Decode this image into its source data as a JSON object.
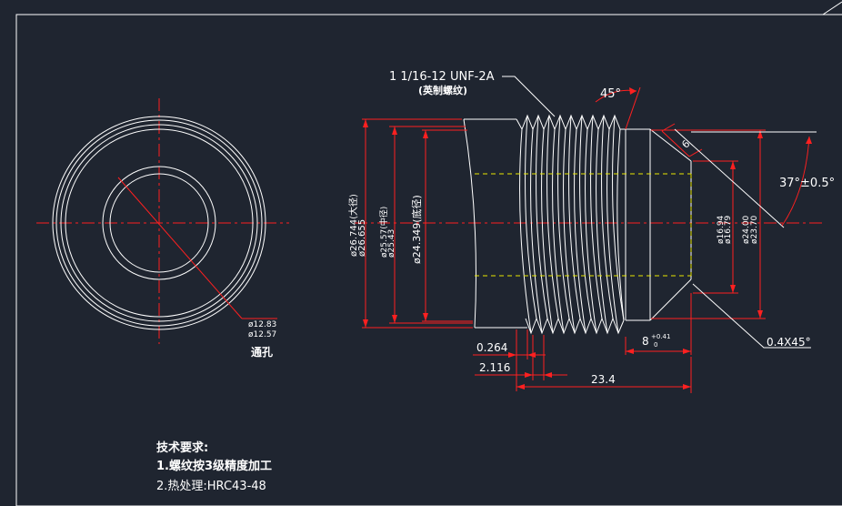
{
  "thread": {
    "spec": "1 1/16-12 UNF-2A",
    "note": "(英制螺纹)"
  },
  "dims": {
    "chamfer_angle": "45°",
    "chamfer_len": "6",
    "major_dia": "ø26.744(大径)",
    "major_dia_tol": "ø26.655",
    "pitch_dia_a": "ø25.57(中径)",
    "pitch_dia_b": "ø25.43",
    "minor_dia": "ø24.349(底径)",
    "bore_a": "ø16.94",
    "bore_b": "ø16.79",
    "outer_a": "ø24.00",
    "outer_b": "ø23.70",
    "cone_angle": "37°±0.5°",
    "corner_chamfer": "0.4X45°",
    "depth_base": "8",
    "depth_tol_up": "+0.41",
    "depth_tol_low": "0",
    "crest": "0.264",
    "pitch": "2.116",
    "length": "23.4",
    "hole_a": "ø12.83",
    "hole_b": "ø12.57",
    "hole_label": "通孔"
  },
  "notes": {
    "title": "技术要求:",
    "line1": "1.螺纹按3级精度加工",
    "line2": "2.热处理:HRC43-48"
  },
  "colors": {
    "background": "#1f2530",
    "outline": "#ffffff",
    "dimension": "#ff2020",
    "hidden": "#e8e800"
  }
}
